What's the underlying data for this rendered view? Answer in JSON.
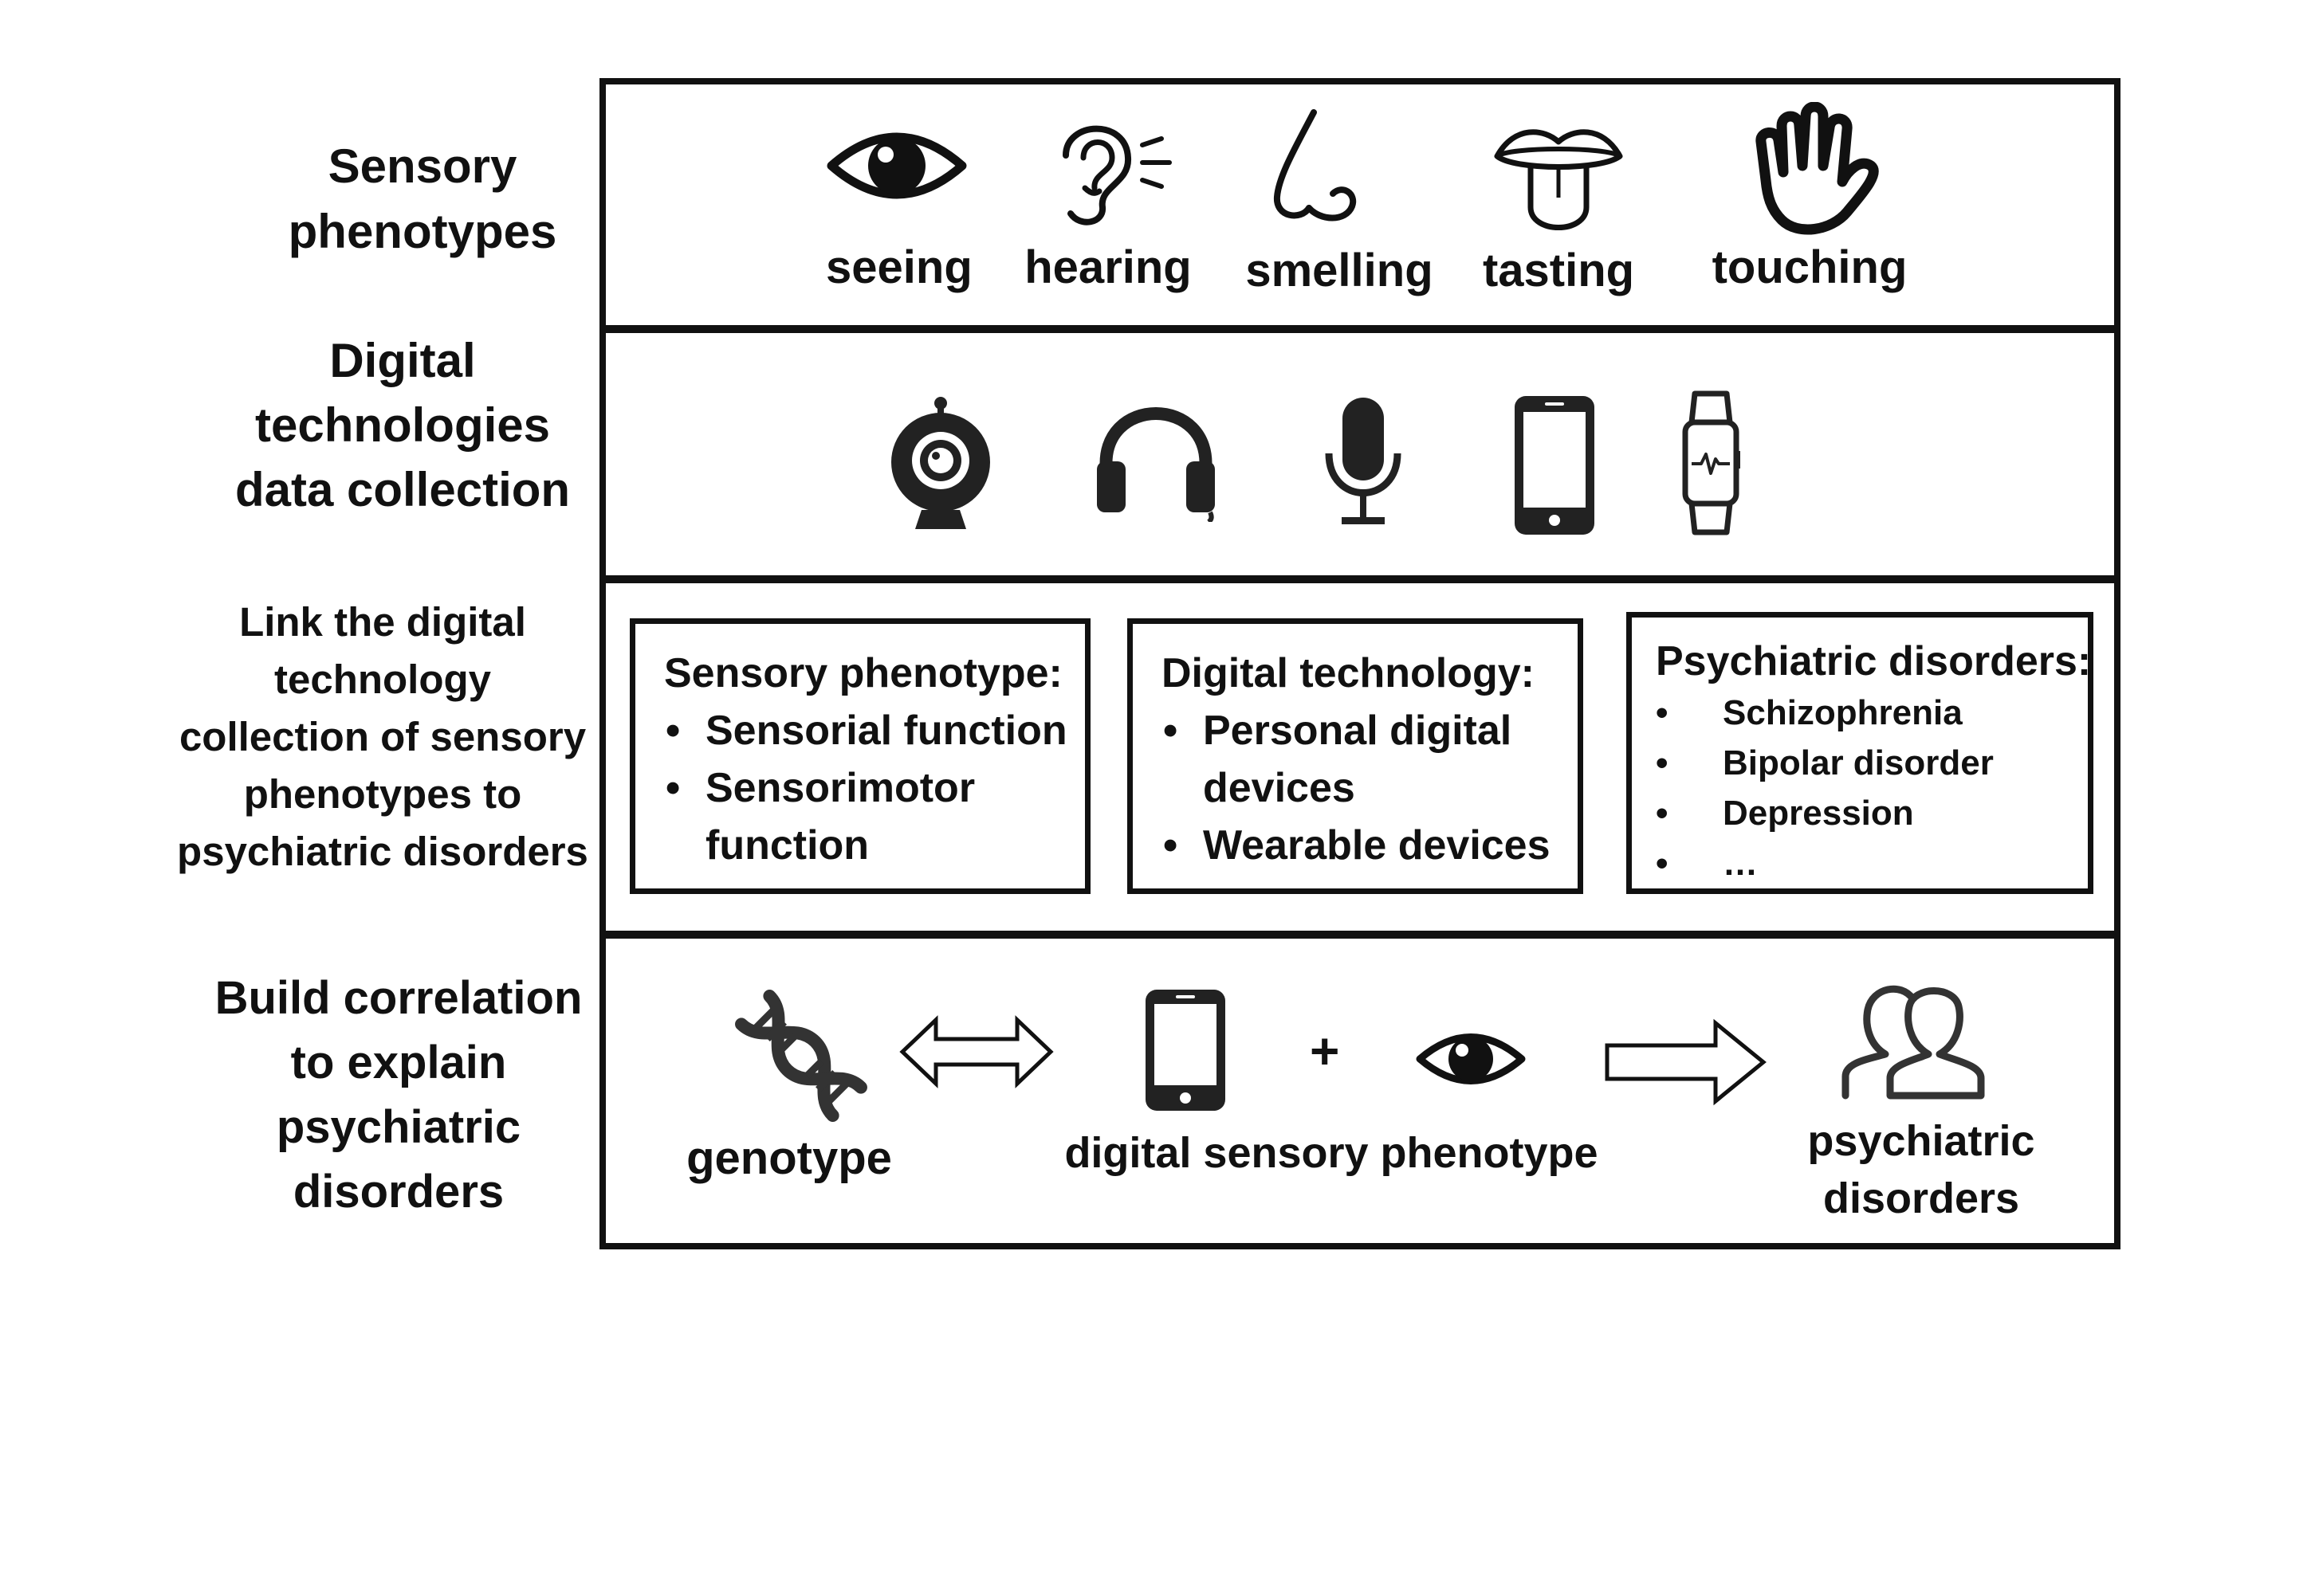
{
  "rows": {
    "sensory_label": [
      "Sensory",
      "phenotypes"
    ],
    "digital_label": [
      "Digital",
      "technologies",
      "data collection"
    ],
    "link_label": [
      "Link the digital",
      "technology",
      "collection of sensory",
      "phenotypes to",
      "psychiatric disorders"
    ],
    "build_label": [
      "Build correlation",
      "to explain",
      "psychiatric",
      "disorders"
    ]
  },
  "senses": [
    {
      "label": "seeing",
      "icon": "eye-icon"
    },
    {
      "label": "hearing",
      "icon": "ear-icon"
    },
    {
      "label": "smelling",
      "icon": "nose-icon"
    },
    {
      "label": "tasting",
      "icon": "mouth-tongue-icon"
    },
    {
      "label": "touching",
      "icon": "hand-icon"
    }
  ],
  "devices": [
    "webcam-icon",
    "headphones-icon",
    "microphone-icon",
    "smartphone-icon",
    "smartwatch-icon"
  ],
  "boxes": {
    "sensory": {
      "title": "Sensory phenotype:",
      "items": [
        "Sensorial function",
        "Sensorimotor function"
      ]
    },
    "digital": {
      "title": "Digital technology:",
      "items": [
        "Personal digital devices",
        "Wearable devices"
      ]
    },
    "psychiatric": {
      "title": "Psychiatric disorders:",
      "items": [
        "Schizophrenia",
        "Bipolar disorder",
        "Depression",
        "…"
      ]
    }
  },
  "correlation": {
    "genotype": "genotype",
    "plus": "+",
    "phenotype": "digital sensory phenotype",
    "disorders": [
      "psychiatric",
      "disorders"
    ],
    "icons": [
      "dna-icon",
      "double-arrow-icon",
      "smartphone-icon",
      "eye-icon",
      "right-arrow-icon",
      "people-icon"
    ]
  },
  "colors": {
    "ink": "#111111",
    "background": "#ffffff"
  }
}
